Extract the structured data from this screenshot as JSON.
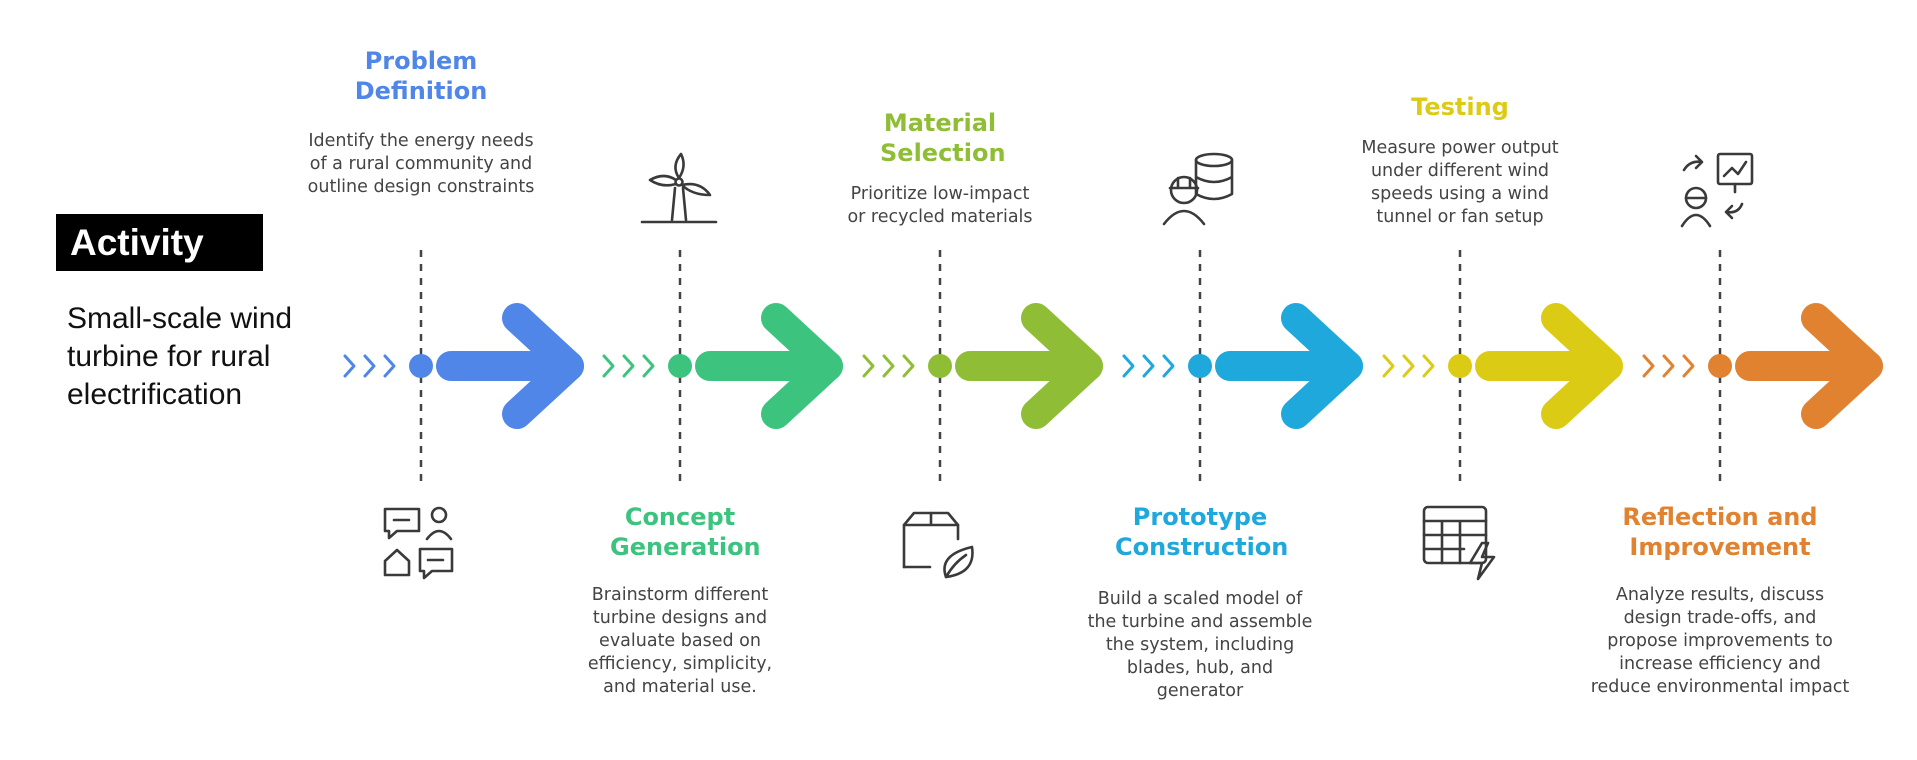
{
  "header": {
    "label": "Activity",
    "subtitle": "Small-scale wind turbine for rural electrification"
  },
  "steps": [
    {
      "title": "Problem Definition",
      "description": "Identify the energy needs of a rural community and outline design constraints",
      "color": "#4f86e8",
      "icon": "community-communication-icon"
    },
    {
      "title": "Concept Generation",
      "description": "Brainstorm different turbine designs and evaluate based on efficiency, simplicity, and material use.",
      "color": "#3cc47f",
      "icon": "wind-turbine-icon"
    },
    {
      "title": "Material Selection",
      "description": "Prioritize low-impact or recycled materials",
      "color": "#8fbe36",
      "icon": "eco-package-icon"
    },
    {
      "title": "Prototype Construction",
      "description": "Build a scaled model of the turbine and assemble the system, including blades, hub, and generator",
      "color": "#1fa8dc",
      "icon": "engineer-database-icon"
    },
    {
      "title": "Testing",
      "description": "Measure power output under different wind speeds using a wind tunnel or fan setup",
      "color": "#dccb14",
      "icon": "data-table-power-icon"
    },
    {
      "title": "Reflection and Improvement",
      "description": "Analyze results, discuss design trade-offs, and propose improvements to increase efficiency and reduce environmental impact",
      "color": "#e08230",
      "icon": "presentation-feedback-icon"
    }
  ]
}
